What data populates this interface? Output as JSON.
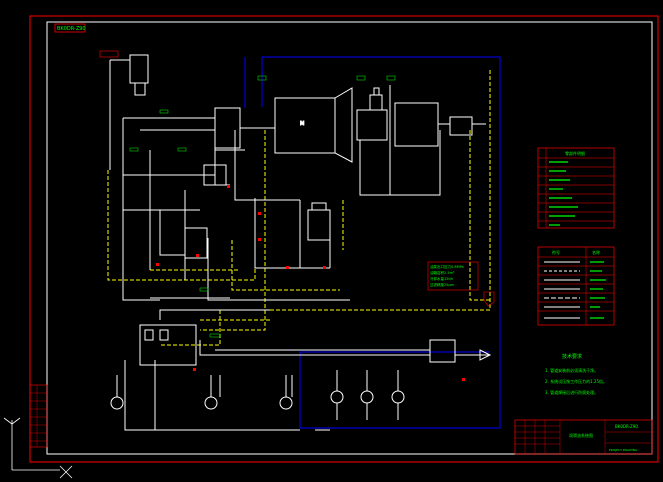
{
  "drawing": {
    "title_tag": "BK0DR-Z90",
    "notes_title": "技术要求",
    "notes": [
      "1. 管道安装前必须清洗干净。",
      "2. 系统试压按工作压力的1.25倍。",
      "3. 管道焊接后进行防腐处理。"
    ],
    "title_block": {
      "drawing_name": "润滑油系统图",
      "company": "BK0DR-Z90",
      "sub": "PROJECT-DRAWING"
    },
    "parts_table_title": "零部件明细",
    "legend_title": "图例",
    "legend_header": [
      "符号",
      "名称"
    ],
    "note_callout_lines": [
      "油泵出口压力0.8MPa",
      "油箱容积2.5m³",
      "冷却水量15t/h",
      "过滤精度25μm"
    ]
  },
  "colors": {
    "background": "#000000",
    "frame": "#ff0000",
    "lines": "#ffffff",
    "text": "#00ff00",
    "pipe_blue": "#0000ff",
    "pipe_yellow": "#ffff00",
    "accent": "#ff0000"
  }
}
